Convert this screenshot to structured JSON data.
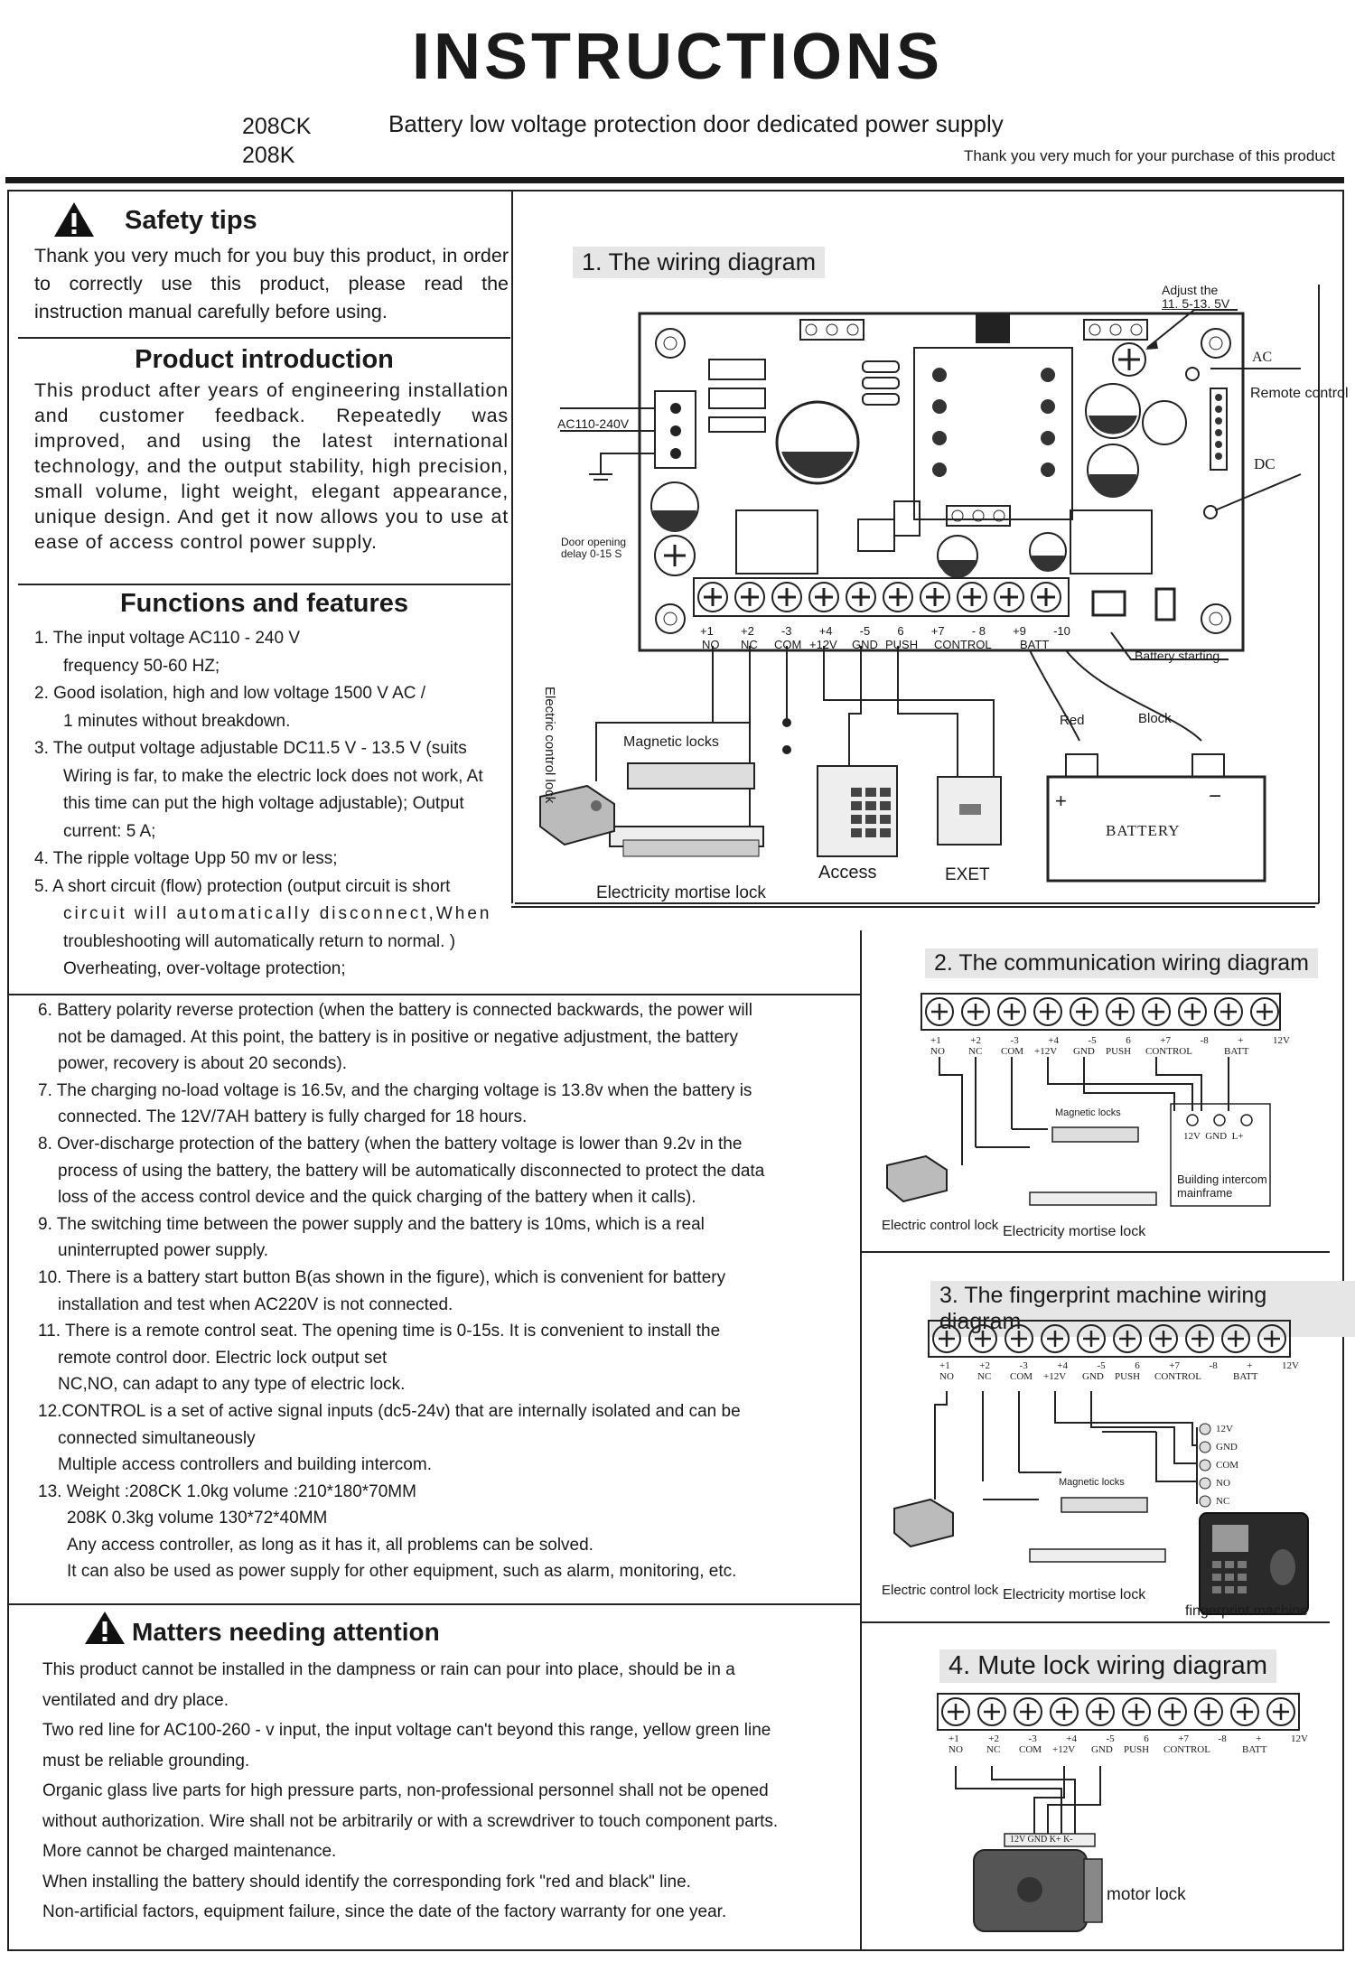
{
  "header": {
    "title": "INSTRUCTIONS",
    "models": [
      "208CK",
      "208K"
    ],
    "subtitle": "Battery low voltage protection door dedicated power supply",
    "thanks": "Thank you very much for your purchase of this product"
  },
  "safety": {
    "heading": "Safety tips",
    "text": "Thank you very much for you buy this product, in order to correctly use this product, please read the instruction manual carefully before using."
  },
  "intro": {
    "heading": "Product introduction",
    "text": "This product after years of engineering installation and customer feedback. Repeatedly was improved, and using the latest international technology, and the output stability, high precision, small volume, light weight, elegant appearance, unique design. And get it now allows you to use at ease of access control power supply."
  },
  "features": {
    "heading": "Functions and features",
    "items_left": [
      "1. The input voltage AC110 - 240 V",
      "frequency   50-60 HZ;",
      "2. Good isolation, high and low voltage 1500 V AC /",
      "1 minutes without breakdown.",
      "3. The output voltage adjustable DC11.5 V - 13.5 V (suits",
      "Wiring is far, to make the electric lock does not work, At",
      "this time can put the high voltage adjustable); Output",
      "current: 5 A;",
      "4. The ripple voltage Upp 50 mv or less;",
      "5. A short circuit (flow) protection (output circuit is short",
      "circuit will automatically disconnect,When",
      "troubleshooting will automatically return to normal. )",
      "Overheating, over-voltage protection;"
    ],
    "items_full": [
      "6. Battery polarity reverse protection (when the battery is connected backwards, the power will",
      "not be damaged. At this point, the battery is in positive or negative adjustment, the battery",
      "power, recovery is about 20 seconds).",
      "7. The charging no-load voltage is 16.5v, and the charging voltage is 13.8v when the battery is",
      "connected. The 12V/7AH battery is fully charged for 18 hours.",
      "8. Over-discharge protection of the battery (when the battery voltage is lower than 9.2v in the",
      "process of using the battery, the battery will be automatically disconnected to protect the data",
      "loss of the access control device and the quick charging of the battery when it calls).",
      "9. The switching time between the power supply and the battery is 10ms, which is a real",
      "uninterrupted power supply.",
      "10. There is a battery start button B(as shown in the figure), which is convenient for battery",
      "installation and test when AC220V is not connected.",
      "11. There is a remote control seat. The opening time is 0-15s. It is convenient to install the",
      "remote control door. Electric lock output set",
      "NC,NO, can adapt to any type of electric lock.",
      "12.CONTROL is a set of active signal inputs (dc5-24v) that are internally isolated and can be",
      "connected simultaneously",
      "Multiple access controllers and building intercom.",
      "13. Weight :208CK 1.0kg volume :210*180*70MM",
      "208K 0.3kg volume 130*72*40MM",
      "Any access controller, as long as it has it, all problems can be solved.",
      "It can also be used as power supply for other equipment, such as alarm, monitoring, etc."
    ]
  },
  "attention": {
    "heading": "Matters needing attention",
    "lines": [
      "This product cannot be installed in the dampness or rain can pour into place, should be in a",
      "ventilated and dry place.",
      "Two red line for AC100-260 - v input, the input voltage can't beyond this range, yellow green line",
      "must be reliable grounding.",
      "Organic glass live parts for high pressure parts, non-professional personnel shall not be opened",
      "without authorization. Wire shall not be arbitrarily or with a screwdriver to touch component parts.",
      "More cannot be charged maintenance.",
      "When installing the battery should identify the corresponding fork \"red and black\" line.",
      "Non-artificial factors, equipment failure, since the date of the factory warranty for one year."
    ]
  },
  "diagram1": {
    "title": "1. The wiring diagram",
    "adjust": [
      "Adjust the",
      "11. 5-13. 5V"
    ],
    "ac": "AC",
    "remote": "Remote control",
    "dc": "DC",
    "ac_input": "AC110-240V",
    "delay": [
      "Door opening",
      "delay 0-15 S"
    ],
    "term_nums": [
      "+1",
      "+2",
      "-3",
      "+4",
      "-5",
      "6",
      "+7",
      "- 8",
      "+9",
      "-10"
    ],
    "term_labels": [
      "NO",
      "NC",
      "COM",
      "+12V",
      "GND",
      "PUSH",
      "CONTROL",
      "BATT"
    ],
    "battery_starting": "Battery starting",
    "red": "Red",
    "block": "Block",
    "battery": "BATTERY",
    "plus": "+",
    "minus": "−",
    "electric_control_lock": "Electric control lock",
    "magnetic_locks": "Magnetic locks",
    "mortise": "Electricity mortise lock",
    "access": "Access",
    "exet": "EXET"
  },
  "diagram2": {
    "title": "2. The communication wiring diagram",
    "term_nums": [
      "+1",
      "+2",
      "-3",
      "+4",
      "-5",
      "6",
      "+7",
      "-8",
      "+",
      "12V"
    ],
    "term_labels": [
      "NO",
      "NC",
      "COM",
      "+12V",
      "GND",
      "PUSH",
      "CONTROL",
      "BATT"
    ],
    "magnetic_locks": "Magnetic locks",
    "intercom_pins": "12V  GND  L+",
    "intercom": [
      "Building intercom",
      "mainframe"
    ],
    "electric_control_lock": "Electric control lock",
    "mortise": "Electricity mortise lock"
  },
  "diagram3": {
    "title": "3. The fingerprint machine wiring diagram",
    "pins": [
      "12V",
      "GND",
      "COM",
      "NO",
      "NC"
    ],
    "magnetic_locks": "Magnetic locks",
    "electric_control_lock": "Electric control lock",
    "mortise": "Electricity mortise lock",
    "fingerprint": "fingerprint machine"
  },
  "diagram4": {
    "title": "4. Mute lock wiring diagram",
    "pins": "12V GND K+ K-",
    "motor_lock": "motor lock"
  }
}
